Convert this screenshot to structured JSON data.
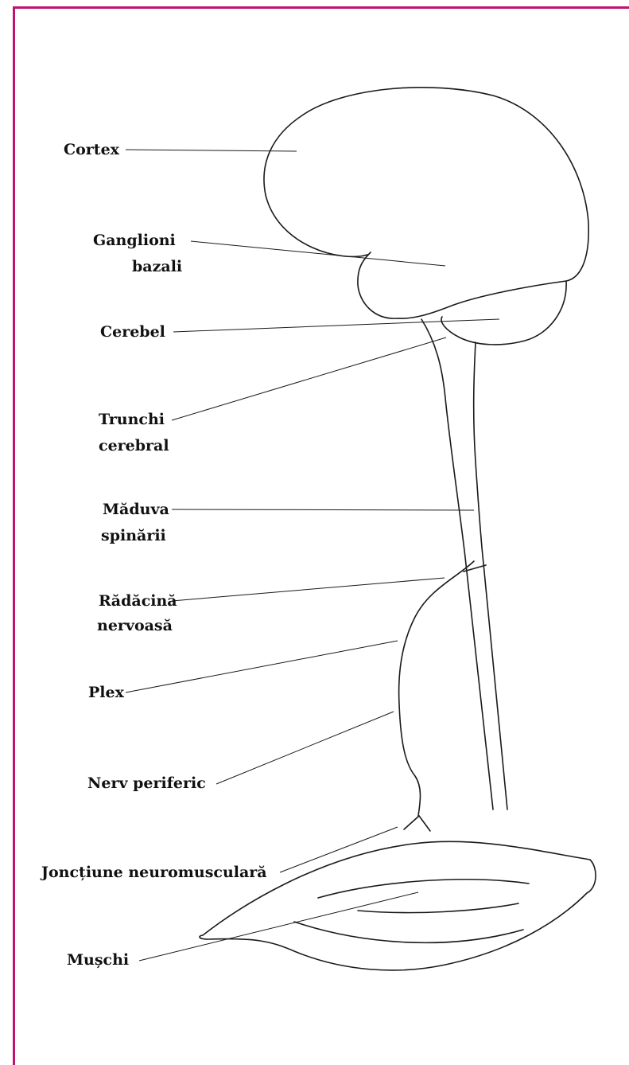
{
  "colors": {
    "frame": "#c0136e",
    "ink": "#1a1a1a"
  },
  "labels": {
    "cortex": "Cortex",
    "ganglioni_line1": "Ganglioni",
    "ganglioni_line2": "bazali",
    "cerebel": "Cerebel",
    "trunchi_line1": "Trunchi",
    "trunchi_line2": "cerebral",
    "maduva_line1": "Măduva",
    "maduva_line2": "spinării",
    "radacina_line1": "Rădăcină",
    "radacina_line2": "nervoasă",
    "plex": "Plex",
    "nerv": "Nerv periferic",
    "jonctiune": "Joncțiune neuromusculară",
    "muschi": "Mușchi"
  }
}
